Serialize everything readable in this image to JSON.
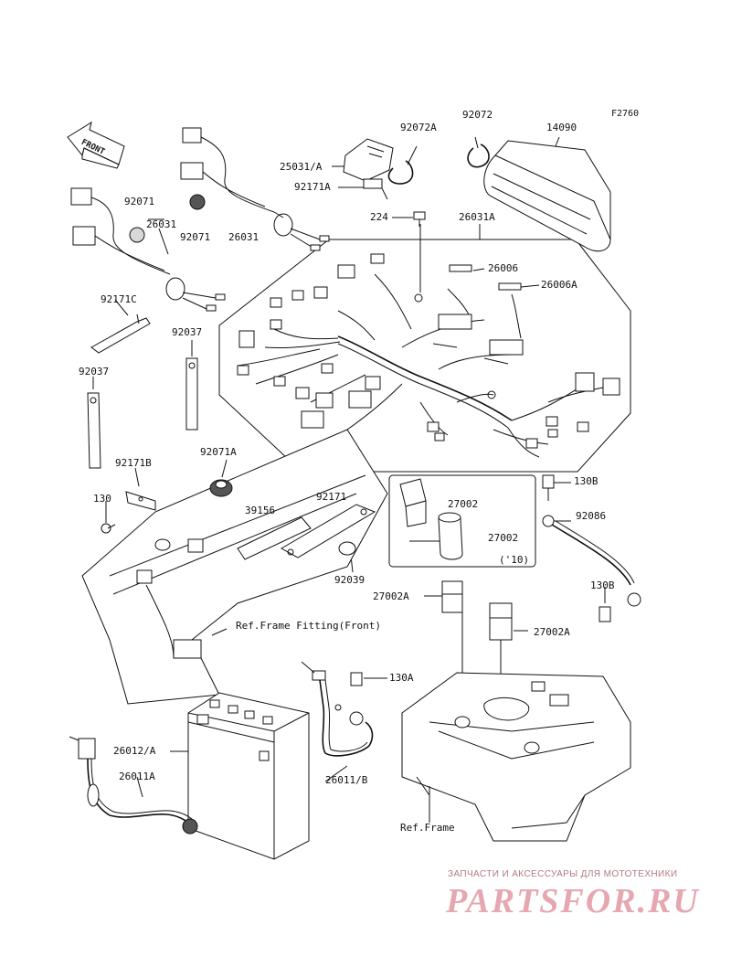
{
  "figure_code": "F2760",
  "front_label": "FRONT",
  "labels": {
    "p92072A": "92072A",
    "p92072": "92072",
    "p14090": "14090",
    "p25031A": "25031/A",
    "p92171A": "92171A",
    "p92071_a": "92071",
    "p92071_b": "92071",
    "p26031_a": "26031",
    "p26031_b": "26031",
    "p224": "224",
    "p26031A": "26031A",
    "p26006": "26006",
    "p26006A": "26006A",
    "p92171C": "92171C",
    "p92037_a": "92037",
    "p92037_b": "92037",
    "p92171B": "92171B",
    "p92071A": "92071A",
    "p130": "130",
    "p39156": "39156",
    "p92171": "92171",
    "p92039": "92039",
    "p27002_a": "27002",
    "p27002_b": "27002",
    "p10": "('10)",
    "p130B_a": "130B",
    "p92086": "92086",
    "p130B_b": "130B",
    "p27002A_a": "27002A",
    "p27002A_b": "27002A",
    "ref_front": "Ref.Frame Fitting(Front)",
    "p130A": "130A",
    "p26012A": "26012/A",
    "p26011A": "26011A",
    "p26011B": "26011/B",
    "ref_frame": "Ref.Frame"
  },
  "watermark": {
    "tagline": "ЗАПЧАСТИ И АКСЕССУАРЫ ДЛЯ МОТОТЕХНИКИ",
    "logo": "PARTSFOR.RU"
  }
}
